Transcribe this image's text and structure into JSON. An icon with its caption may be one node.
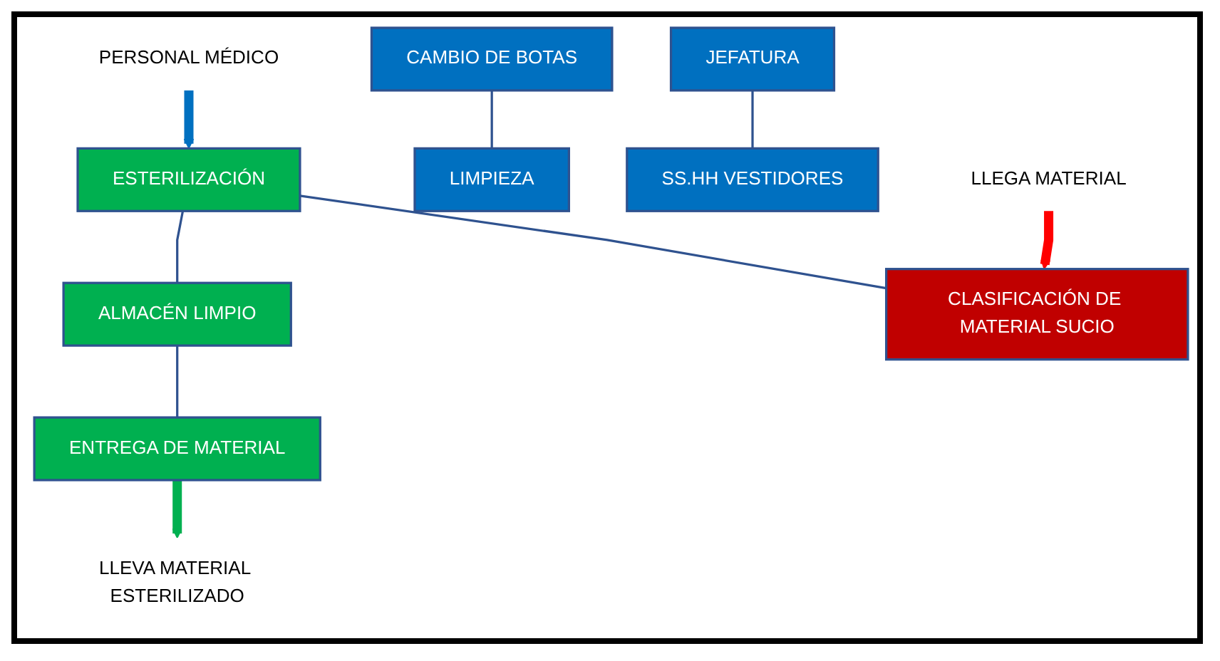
{
  "diagram": {
    "nodes": [
      {
        "text": [
          "ESTERILIZACIÓN"
        ]
      },
      {
        "text": [
          "ALMACÉN LIMPIO"
        ]
      },
      {
        "text": [
          "CLASIFICACIÓN DE MATERIAL SUCIO"
        ]
      },
      {
        "text": [
          "CAMBIO DE BOTAS"
        ]
      },
      {
        "text": [
          "LIMPIEZA"
        ]
      },
      {
        "text": [
          "ENTREGA DE MATERIAL"
        ]
      },
      {
        "text": [
          "JEFATURA"
        ]
      },
      {
        "text": [
          "SS.HH VESTIDORES"
        ]
      },
      {
        "text": [
          "LLEGA MATERIAL"
        ]
      },
      {
        "text": [
          "LLEVA MATERIAL ESTERILIZADO"
        ]
      },
      {
        "text": [
          "PERSONAL MÉDICO"
        ]
      }
    ],
    "edges": [
      {
        "from": 0,
        "to": 2,
        "arrow": "none"
      },
      {
        "from": 0,
        "to": 1,
        "arrow": "none"
      },
      {
        "from": 1,
        "to": 5,
        "arrow": "none"
      },
      {
        "from": 3,
        "to": 4,
        "arrow": "none"
      },
      {
        "from": 6,
        "to": 7,
        "arrow": "none"
      },
      {
        "from": 8,
        "to": 2,
        "arrow": "to",
        "style": "thick",
        "color": "#ff0000"
      },
      {
        "from": 5,
        "to": 9,
        "arrow": "to",
        "style": "thick",
        "color": "#00b050"
      },
      {
        "from": 10,
        "to": 0,
        "arrow": "to",
        "style": "thick",
        "color": "#0070c0"
      }
    ]
  }
}
